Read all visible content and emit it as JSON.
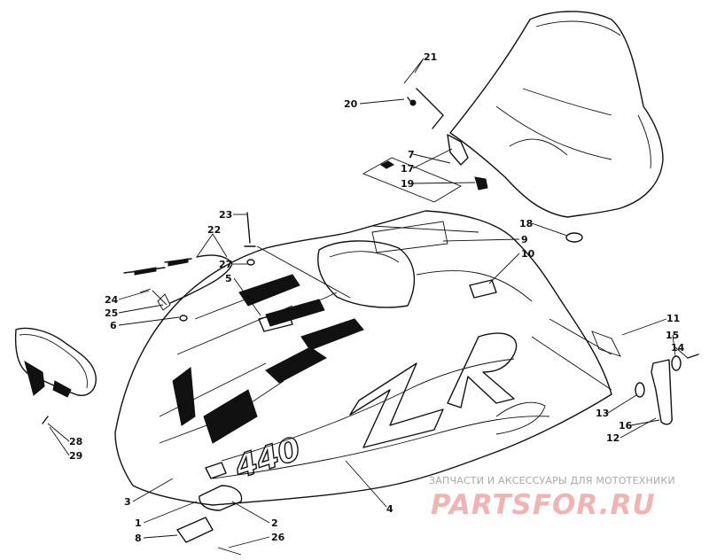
{
  "callouts": [
    {
      "id": "21",
      "text": "21"
    },
    {
      "id": "20",
      "text": "20"
    },
    {
      "id": "7",
      "text": "7"
    },
    {
      "id": "17",
      "text": "17"
    },
    {
      "id": "19",
      "text": "19"
    },
    {
      "id": "18",
      "text": "18"
    },
    {
      "id": "9",
      "text": "9"
    },
    {
      "id": "10",
      "text": "10"
    },
    {
      "id": "23",
      "text": "23"
    },
    {
      "id": "22",
      "text": "22"
    },
    {
      "id": "27",
      "text": "27"
    },
    {
      "id": "5",
      "text": "5"
    },
    {
      "id": "24",
      "text": "24"
    },
    {
      "id": "25",
      "text": "25"
    },
    {
      "id": "6",
      "text": "6"
    },
    {
      "id": "11",
      "text": "11"
    },
    {
      "id": "15",
      "text": "15"
    },
    {
      "id": "14",
      "text": "14"
    },
    {
      "id": "13",
      "text": "13"
    },
    {
      "id": "16",
      "text": "16"
    },
    {
      "id": "12",
      "text": "12"
    },
    {
      "id": "28",
      "text": "28"
    },
    {
      "id": "29",
      "text": "29"
    },
    {
      "id": "3",
      "text": "3"
    },
    {
      "id": "1",
      "text": "1"
    },
    {
      "id": "8",
      "text": "8"
    },
    {
      "id": "2",
      "text": "2"
    },
    {
      "id": "26",
      "text": "26"
    },
    {
      "id": "4",
      "text": "4"
    }
  ],
  "hood_decal_model": "440",
  "hood_decal_name": "ZR",
  "watermark": {
    "caption": "ЗАПЧАСТИ И АКСЕССУАРЫ ДЛЯ МОТОТЕХНИКИ",
    "logo_text": "PARTSFOR.RU"
  },
  "colors": {
    "line": "#111111",
    "watermark_caption": "#a9a9a9",
    "watermark_logo": "#f2b3b3"
  }
}
